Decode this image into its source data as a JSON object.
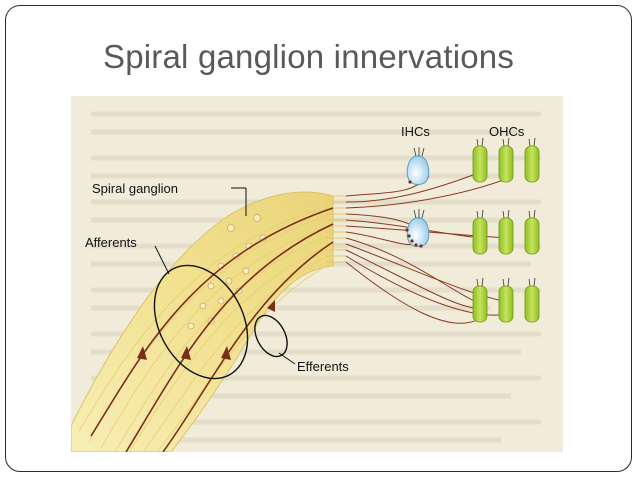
{
  "slide": {
    "title": "Spiral ganglion innervations"
  },
  "figure": {
    "labels": {
      "ihcs": "IHCs",
      "ohcs": "OHCs",
      "spiral_ganglion": "Spiral ganglion",
      "afferents": "Afferents",
      "efferents": "Efferents"
    },
    "colors": {
      "nerve_fill": "#f3e39a",
      "nerve_stroke": "#d9c46a",
      "fiber": "#7a2e1a",
      "ihc": "#a9d6ee",
      "ohc": "#a8cf3a",
      "background_page": "#f1ecd9"
    }
  }
}
